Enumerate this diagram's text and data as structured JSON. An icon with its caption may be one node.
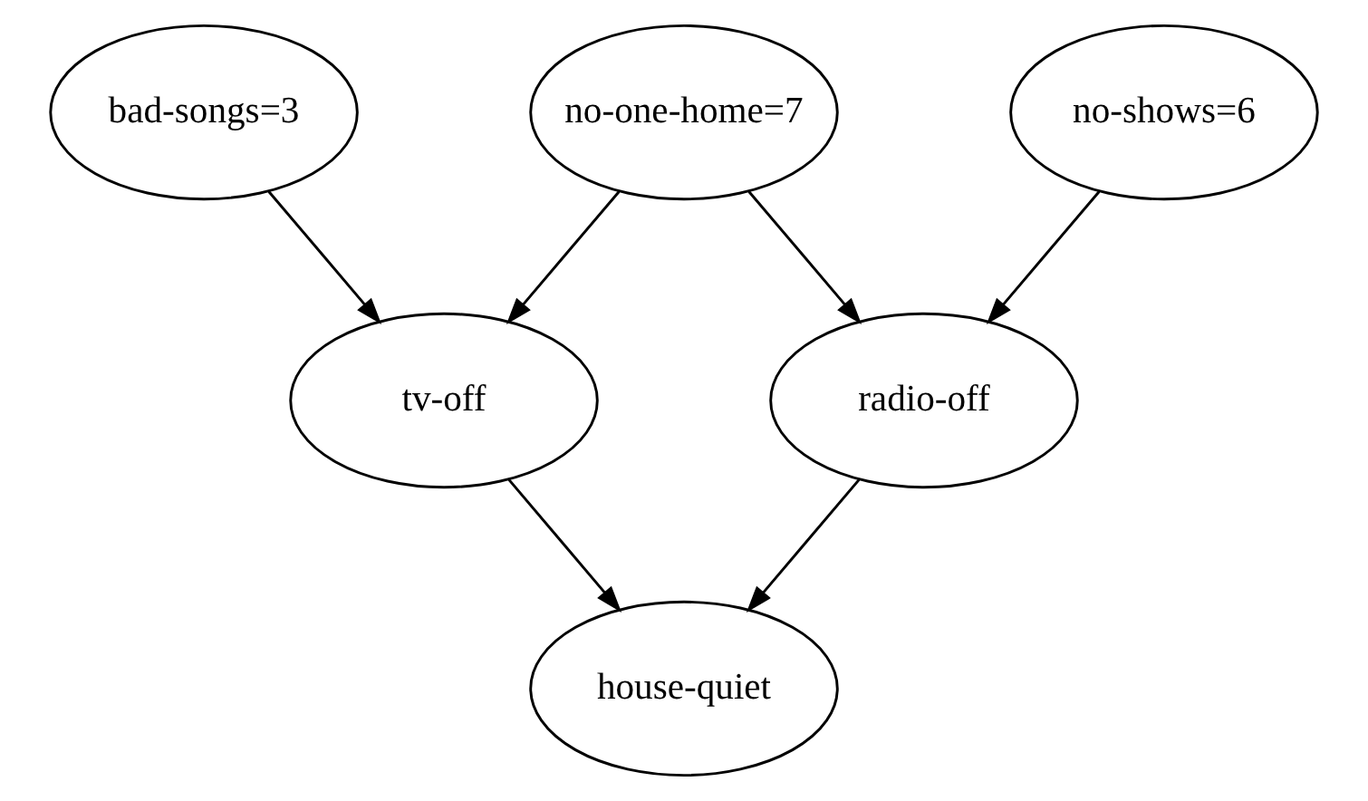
{
  "diagram": {
    "nodes": [
      {
        "text": [
          "bad-songs=3"
        ]
      },
      {
        "text": [
          "no-one-home=7"
        ]
      },
      {
        "text": [
          "no-shows=6"
        ]
      },
      {
        "text": [
          "tv-off"
        ]
      },
      {
        "text": [
          "radio-off"
        ]
      },
      {
        "text": [
          "house-quiet"
        ]
      }
    ],
    "edges": [
      {
        "from": 0,
        "to": 3,
        "arrow": "to"
      },
      {
        "from": 1,
        "to": 3,
        "arrow": "to"
      },
      {
        "from": 1,
        "to": 4,
        "arrow": "to"
      },
      {
        "from": 2,
        "to": 4,
        "arrow": "to"
      },
      {
        "from": 3,
        "to": 5,
        "arrow": "to"
      },
      {
        "from": 4,
        "to": 5,
        "arrow": "to"
      }
    ]
  }
}
